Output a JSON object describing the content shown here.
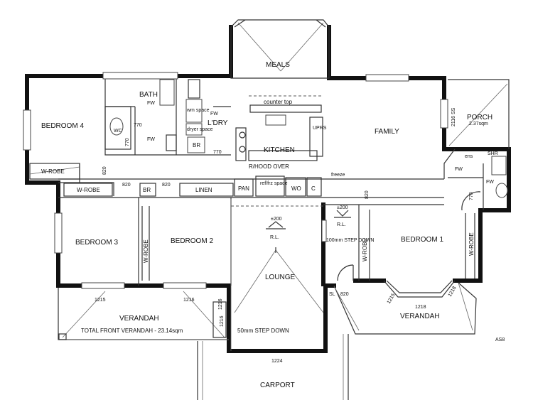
{
  "rooms": {
    "bedroom4": "BEDROOM 4",
    "bath": "BATH",
    "ldry": "L'DRY",
    "meals": "MEALS",
    "kitchen": "KITCHEN",
    "family": "FAMILY",
    "porch": "PORCH",
    "porch_area": "2.37sqm",
    "bedroom3": "BEDROOM 3",
    "bedroom2": "BEDROOM 2",
    "bedroom1": "BEDROOM 1",
    "lounge": "LOUNGE",
    "verandah_front": "VERANDAH",
    "verandah_front_total": "TOTAL FRONT VERANDAH - 23.14sqm",
    "verandah_right": "VERANDAH",
    "carport": "CARPORT"
  },
  "fixtures": {
    "counter_top": "counter top",
    "wm_space": "wm space",
    "dryer_space": "dryer space",
    "br_laundry": "BR",
    "wrobe_b4": "W-ROBE",
    "wrobe_hall": "W-ROBE",
    "br_hall": "BR",
    "linen": "LINEN",
    "pan": "PAN",
    "ref_space": "ref/frz space",
    "wo": "WO",
    "c": "C",
    "rhood": "R/HOOD OVER",
    "freeze": "freeze",
    "wrobe_b3": "W-ROBE",
    "wrobe_b1": "W-ROBE",
    "wrobe_b1_right": "W-ROBE",
    "wc": "WC",
    "fw_bath_1": "FW",
    "fw_bath_2": "FW",
    "fw_ldry": "FW",
    "fw_ens": "FW",
    "ens_shower": "SHR",
    "ens_lower": "FW",
    "uprs": "UPRS",
    "rl_lounge": "R.L.",
    "rl_hall": "R.L.",
    "ensuite": "ens",
    "step_lounge": "50mm STEP DOWN",
    "step_hall": "100mm STEP DOWN",
    "level_lounge": "±200",
    "level_hall": "±200",
    "sl": "SL"
  },
  "dims": {
    "d770_bath1": "770",
    "d770_bath2": "770",
    "d770_ldry": "770",
    "d820_hall": "820",
    "d820_b3": "820",
    "d820_b2": "820",
    "d820_b1": "820",
    "d820_sl": "820",
    "d770_ens": "770",
    "d2116_porch": "2116 SS",
    "d1215": "1215",
    "d1216_a": "1216",
    "d1216_b": "1216",
    "d1218": "1218",
    "d1224": "1224",
    "d1216_side": "1216",
    "d1215_side": "1215",
    "d1218_side": "1218"
  },
  "stamp": "AS8"
}
